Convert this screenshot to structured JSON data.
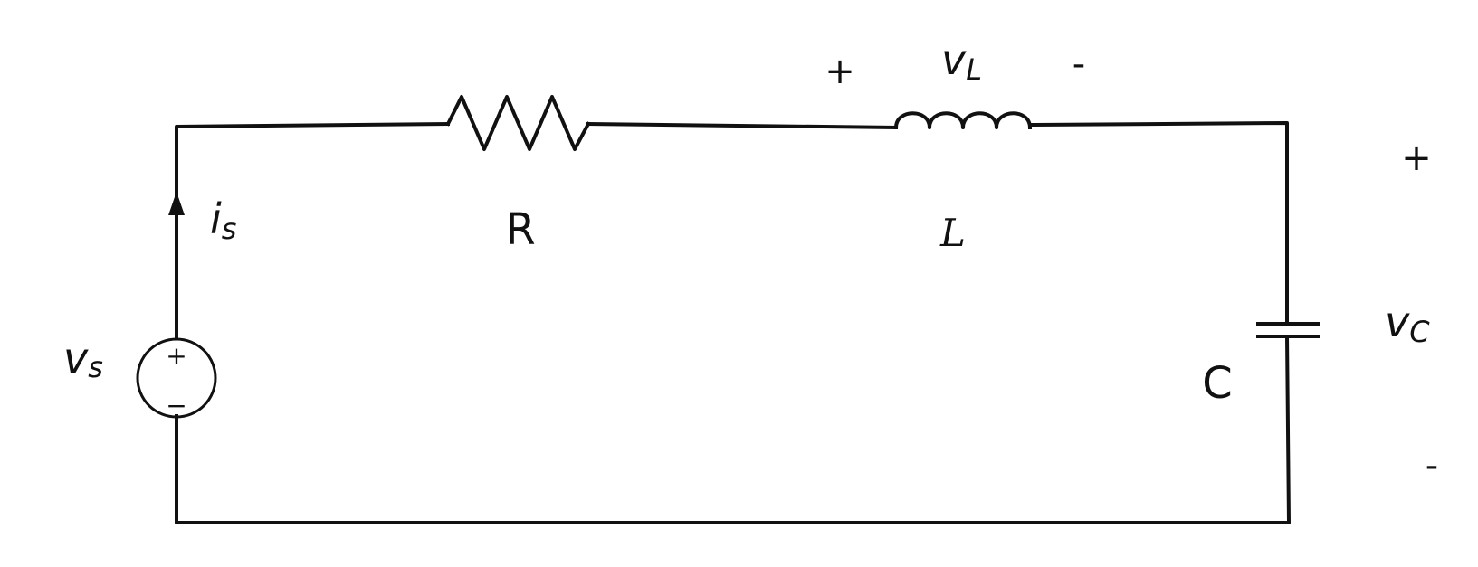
{
  "source": {
    "name": "v",
    "sub": "s",
    "plus": "+",
    "minus": "−"
  },
  "current": {
    "name": "i",
    "sub": "s"
  },
  "resistor": {
    "label": "R"
  },
  "inductor": {
    "label": "L",
    "voltage_name": "v",
    "voltage_sub": "L",
    "plus": "+",
    "minus": "-"
  },
  "capacitor": {
    "label": "C",
    "voltage_name": "v",
    "voltage_sub": "C",
    "plus": "+",
    "minus": "-"
  },
  "colors": {
    "ink": "#111111",
    "background": "#ffffff"
  }
}
